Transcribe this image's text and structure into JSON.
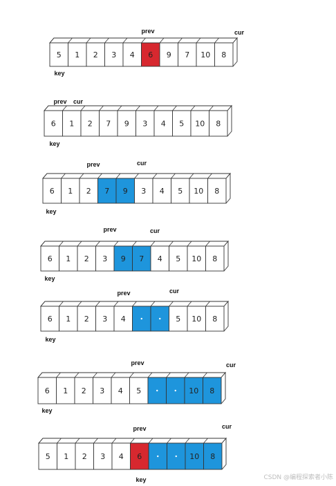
{
  "colors": {
    "red": "#d7282f",
    "blue": "#1e95dc",
    "line": "#333333"
  },
  "rows": [
    {
      "cells": [
        "5",
        "1",
        "2",
        "3",
        "4",
        "6",
        "9",
        "7",
        "10",
        "8"
      ],
      "fills": [
        "",
        "",
        "",
        "",
        "",
        "red",
        "",
        "",
        "",
        ""
      ],
      "labels": {
        "prev": "prev",
        "cur": "cur",
        "key": "key"
      }
    },
    {
      "cells": [
        "6",
        "1",
        "2",
        "7",
        "9",
        "3",
        "4",
        "5",
        "10",
        "8"
      ],
      "fills": [
        "",
        "",
        "",
        "",
        "",
        "",
        "",
        "",
        "",
        ""
      ],
      "labels": {
        "prev": "prev",
        "cur": "cur",
        "key": "key"
      }
    },
    {
      "cells": [
        "6",
        "1",
        "2",
        "7",
        "9",
        "3",
        "4",
        "5",
        "10",
        "8"
      ],
      "fills": [
        "",
        "",
        "",
        "blue",
        "blue",
        "",
        "",
        "",
        "",
        ""
      ],
      "labels": {
        "prev": "prev",
        "cur": "cur",
        "key": "key"
      }
    },
    {
      "cells": [
        "6",
        "1",
        "2",
        "3",
        "9",
        "7",
        "4",
        "5",
        "10",
        "8"
      ],
      "fills": [
        "",
        "",
        "",
        "",
        "blue",
        "blue",
        "",
        "",
        "",
        ""
      ],
      "labels": {
        "prev": "prev",
        "cur": "cur",
        "key": "key"
      }
    },
    {
      "cells": [
        "6",
        "1",
        "2",
        "3",
        "4",
        "",
        "",
        "5",
        "10",
        "8"
      ],
      "fills": [
        "",
        "",
        "",
        "",
        "",
        "blue",
        "blue",
        "",
        "",
        ""
      ],
      "labels": {
        "prev": "prev",
        "cur": "cur",
        "key": "key"
      }
    },
    {
      "cells": [
        "6",
        "1",
        "2",
        "3",
        "4",
        "5",
        "",
        "",
        "10",
        "8"
      ],
      "fills": [
        "",
        "",
        "",
        "",
        "",
        "",
        "blue",
        "blue",
        "blue",
        "blue"
      ],
      "labels": {
        "prev": "prev",
        "cur": "cur",
        "key": "key"
      }
    },
    {
      "cells": [
        "5",
        "1",
        "2",
        "3",
        "4",
        "6",
        "",
        "",
        "10",
        "8"
      ],
      "fills": [
        "",
        "",
        "",
        "",
        "",
        "red",
        "blue",
        "blue",
        "blue",
        "blue"
      ],
      "labels": {
        "prev": "prev",
        "cur": "cur",
        "key": "key"
      }
    }
  ],
  "watermark": "CSDN @编程探索者小陈"
}
